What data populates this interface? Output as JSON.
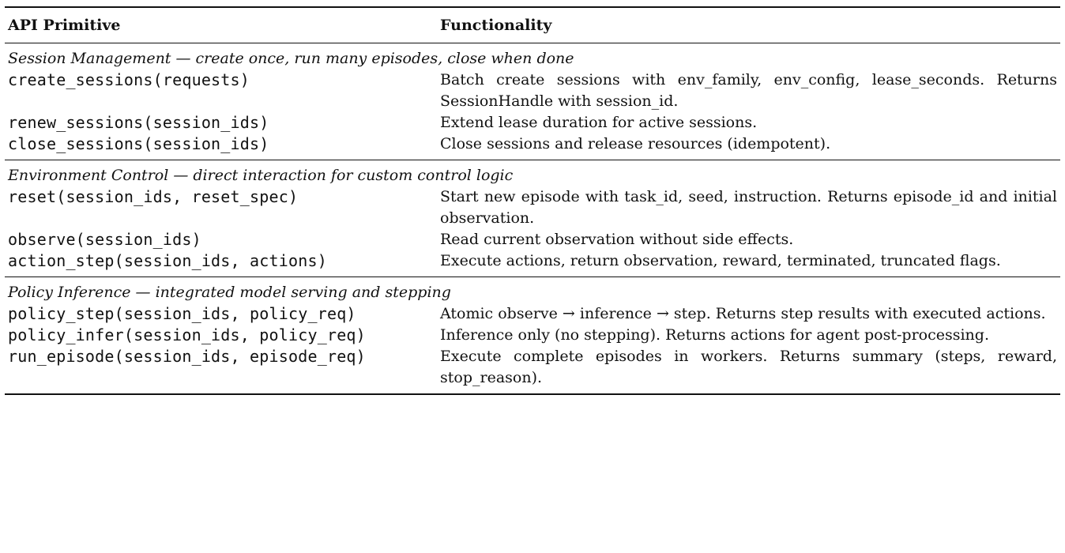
{
  "header": {
    "col1": "API Primitive",
    "col2": "Functionality"
  },
  "sections": [
    {
      "title": "Session Management — create once, run many episodes, close when done",
      "rows": [
        {
          "api": "create_sessions(requests)",
          "func": "Batch create sessions with env_family, env_config, lease_seconds. Returns SessionHandle with session_id."
        },
        {
          "api": "renew_sessions(session_ids)",
          "func": "Extend lease duration for active sessions."
        },
        {
          "api": "close_sessions(session_ids)",
          "func": "Close sessions and release resources (idempotent)."
        }
      ]
    },
    {
      "title": "Environment Control — direct interaction for custom control logic",
      "rows": [
        {
          "api": "reset(session_ids, reset_spec)",
          "func": "Start new episode with task_id, seed, instruction. Returns episode_id and initial observation."
        },
        {
          "api": "observe(session_ids)",
          "func": "Read current observation without side effects."
        },
        {
          "api": "action_step(session_ids, actions)",
          "func": "Execute actions, return observation, reward, terminated, truncated flags."
        }
      ]
    },
    {
      "title": "Policy Inference — integrated model serving and stepping",
      "rows": [
        {
          "api": "policy_step(session_ids, policy_req)",
          "func": "Atomic observe → inference → step. Returns step results with executed actions."
        },
        {
          "api": "policy_infer(session_ids, policy_req)",
          "func": "Inference only (no stepping). Returns actions for agent post-processing."
        },
        {
          "api": "run_episode(session_ids, episode_req)",
          "func": "Execute complete episodes in workers. Returns summary (steps, reward, stop_reason)."
        }
      ]
    }
  ]
}
